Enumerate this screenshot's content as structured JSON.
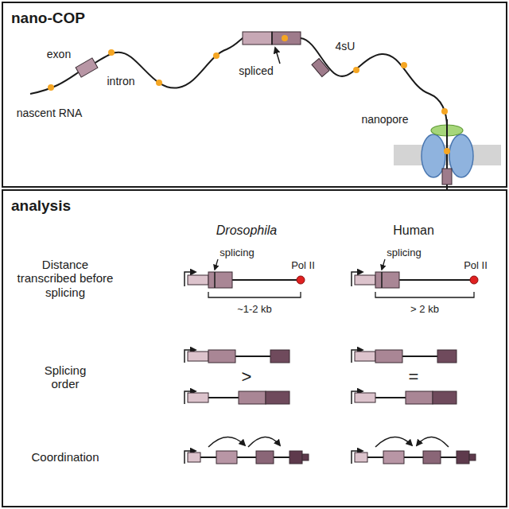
{
  "diagram": {
    "nodes": [
      {
        "text": [
          "nano-COP"
        ]
      },
      {
        "text": [
          "analysis"
        ]
      }
    ],
    "labels": [
      "exon",
      "intron",
      "spliced",
      "4sU",
      "nascent RNA",
      "nanopore",
      "Drosophila",
      "Human",
      "Distance transcribed before splicing",
      "splicing",
      "Pol II",
      "~1-2 kb",
      "splicing",
      "Pol II",
      "> 2 kb",
      "Splicing order",
      ">",
      "=",
      "Coordination"
    ]
  }
}
